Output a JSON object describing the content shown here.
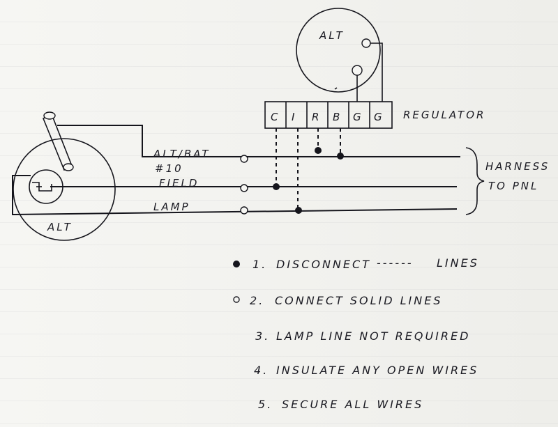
{
  "diagram": {
    "labels": {
      "alt_top": "ALT",
      "alt_left": "ALT",
      "regulator": "REGULATOR",
      "alt_bat": "ALT/BAT",
      "number_10": "#10",
      "field": "FIELD",
      "lamp": "LAMP",
      "harness_1": "HARNESS",
      "harness_2": "TO PNL"
    },
    "terminals": [
      "C",
      "I",
      "R",
      "B",
      "G",
      "G"
    ],
    "notes": [
      {
        "marker": "•",
        "number": "1.",
        "text": "DISCONNECT",
        "dash": "------",
        "suffix": "LINES"
      },
      {
        "marker": "○",
        "number": "2.",
        "text": "CONNECT SOLID LINES"
      },
      {
        "number": "3.",
        "text": "LAMP LINE NOT REQUIRED"
      },
      {
        "number": "4.",
        "text": "INSULATE ANY OPEN WIRES"
      },
      {
        "number": "5.",
        "text": "SECURE ALL WIRES"
      }
    ]
  }
}
